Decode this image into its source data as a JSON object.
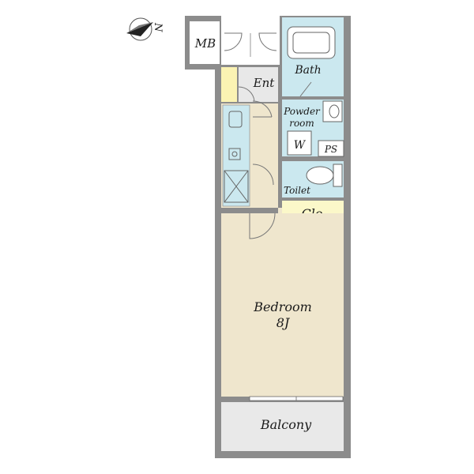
{
  "compass": {
    "label": "N"
  },
  "rooms": {
    "mb": "MB",
    "ent": "Ent",
    "bath": "Bath",
    "powder_line1": "Powder",
    "powder_line2": "room",
    "washer": "W",
    "ps": "PS",
    "toilet": "Toilet",
    "closet": "Clo",
    "bedroom_line1": "Bedroom",
    "bedroom_line2": "8J",
    "balcony": "Balcony"
  },
  "colors": {
    "wall": "#8c8c8c",
    "bedroom_floor": "#efe6cd",
    "wet_area": "#cbe8ef",
    "closet": "#fbf8c9",
    "entrance_step": "#fbf3b3",
    "entrance_floor": "#e8e8e8",
    "balcony": "#e9e9e9"
  }
}
